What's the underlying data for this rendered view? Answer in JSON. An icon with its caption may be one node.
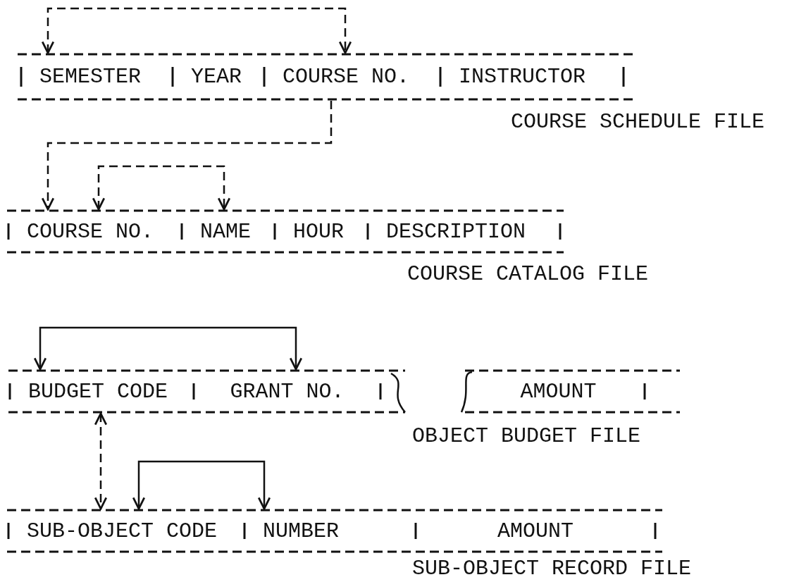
{
  "diagram": {
    "nodes": [
      {
        "text": [
          "COURSE SCHEDULE FILE"
        ]
      },
      {
        "text": [
          "SEMESTER"
        ],
        "in": 0
      },
      {
        "text": [
          "YEAR"
        ],
        "in": 0
      },
      {
        "text": [
          "COURSE NO."
        ],
        "in": 0
      },
      {
        "text": [
          "INSTRUCTOR"
        ],
        "in": 0
      },
      {
        "text": [
          "COURSE CATALOG FILE"
        ]
      },
      {
        "text": [
          "COURSE NO."
        ],
        "in": 5
      },
      {
        "text": [
          "NAME"
        ],
        "in": 5
      },
      {
        "text": [
          "HOUR"
        ],
        "in": 5
      },
      {
        "text": [
          "DESCRIPTION"
        ],
        "in": 5
      },
      {
        "text": [
          "OBJECT BUDGET FILE"
        ]
      },
      {
        "text": [
          "BUDGET CODE"
        ],
        "in": 10
      },
      {
        "text": [
          "GRANT NO."
        ],
        "in": 10
      },
      {
        "text": [
          "AMOUNT"
        ],
        "in": 10
      },
      {
        "text": [
          "SUB-OBJECT RECORD FILE"
        ]
      },
      {
        "text": [
          "SUB-OBJECT CODE"
        ],
        "in": 14
      },
      {
        "text": [
          "NUMBER"
        ],
        "in": 14
      },
      {
        "text": [
          "AMOUNT"
        ],
        "in": 14
      }
    ],
    "edges": [
      {
        "from": 1,
        "to": 3,
        "arrow": "both",
        "style": "dashed"
      },
      {
        "from": 3,
        "to": 6,
        "arrow": "to",
        "style": "dashed"
      },
      {
        "from": 6,
        "to": 7,
        "arrow": "both",
        "style": "dashed"
      },
      {
        "from": 11,
        "to": 12,
        "arrow": "both"
      },
      {
        "from": 11,
        "to": 15,
        "arrow": "both",
        "style": "dashed"
      },
      {
        "from": 15,
        "to": 16,
        "arrow": "both"
      }
    ]
  }
}
